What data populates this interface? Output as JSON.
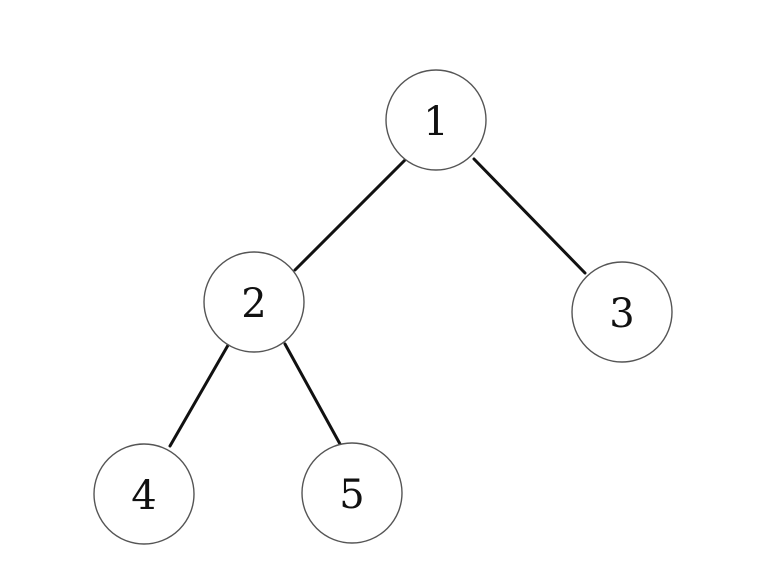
{
  "diagram": {
    "type": "binary-tree",
    "nodes": [
      {
        "id": "n1",
        "label": "1"
      },
      {
        "id": "n2",
        "label": "2"
      },
      {
        "id": "n3",
        "label": "3"
      },
      {
        "id": "n4",
        "label": "4"
      },
      {
        "id": "n5",
        "label": "5"
      }
    ],
    "edges": [
      {
        "from": "n1",
        "to": "n2"
      },
      {
        "from": "n1",
        "to": "n3"
      },
      {
        "from": "n2",
        "to": "n4"
      },
      {
        "from": "n2",
        "to": "n5"
      }
    ]
  }
}
